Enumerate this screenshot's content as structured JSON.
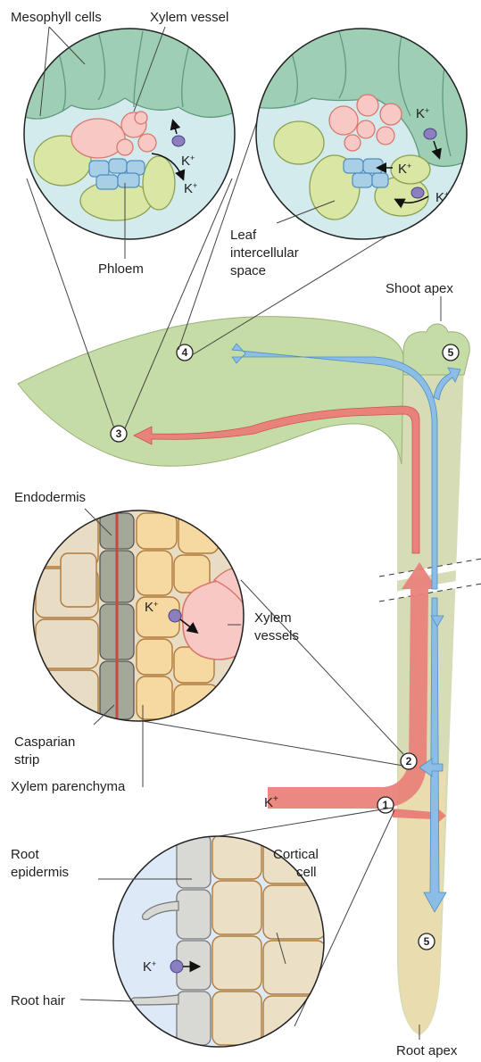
{
  "labels": {
    "mesophyll_cells": "Mesophyll cells",
    "xylem_vessel": "Xylem vessel",
    "phloem": "Phloem",
    "leaf_space_line1": "Leaf",
    "leaf_space_line2": "intercellular",
    "leaf_space_line3": "space",
    "shoot_apex": "Shoot apex",
    "endodermis": "Endodermis",
    "xylem_vessels_line1": "Xylem",
    "xylem_vessels_line2": "vessels",
    "casparian_line1": "Casparian",
    "casparian_line2": "strip",
    "xylem_parenchyma": "Xylem parenchyma",
    "root_epidermis_line1": "Root",
    "root_epidermis_line2": "epidermis",
    "cortical_line1": "Cortical",
    "cortical_line2": "cell",
    "root_hair": "Root hair",
    "root_apex": "Root apex",
    "ion": "K",
    "ion_charge": "+"
  },
  "steps": [
    "1",
    "2",
    "3",
    "4",
    "5"
  ],
  "colors": {
    "xylem_flow": "#e9827a",
    "phloem_flow": "#8cbde6",
    "leaf": "#c5dca6",
    "stem": "#d8ddb8",
    "root": "#ecdcae",
    "mesophyll": "#9ecfb4",
    "xylem_cell": "#f8c9c4",
    "phloem_cell": "#a9cfe6",
    "parenchyma": "#f6d9a0",
    "transporter": "#8b7fc0"
  }
}
